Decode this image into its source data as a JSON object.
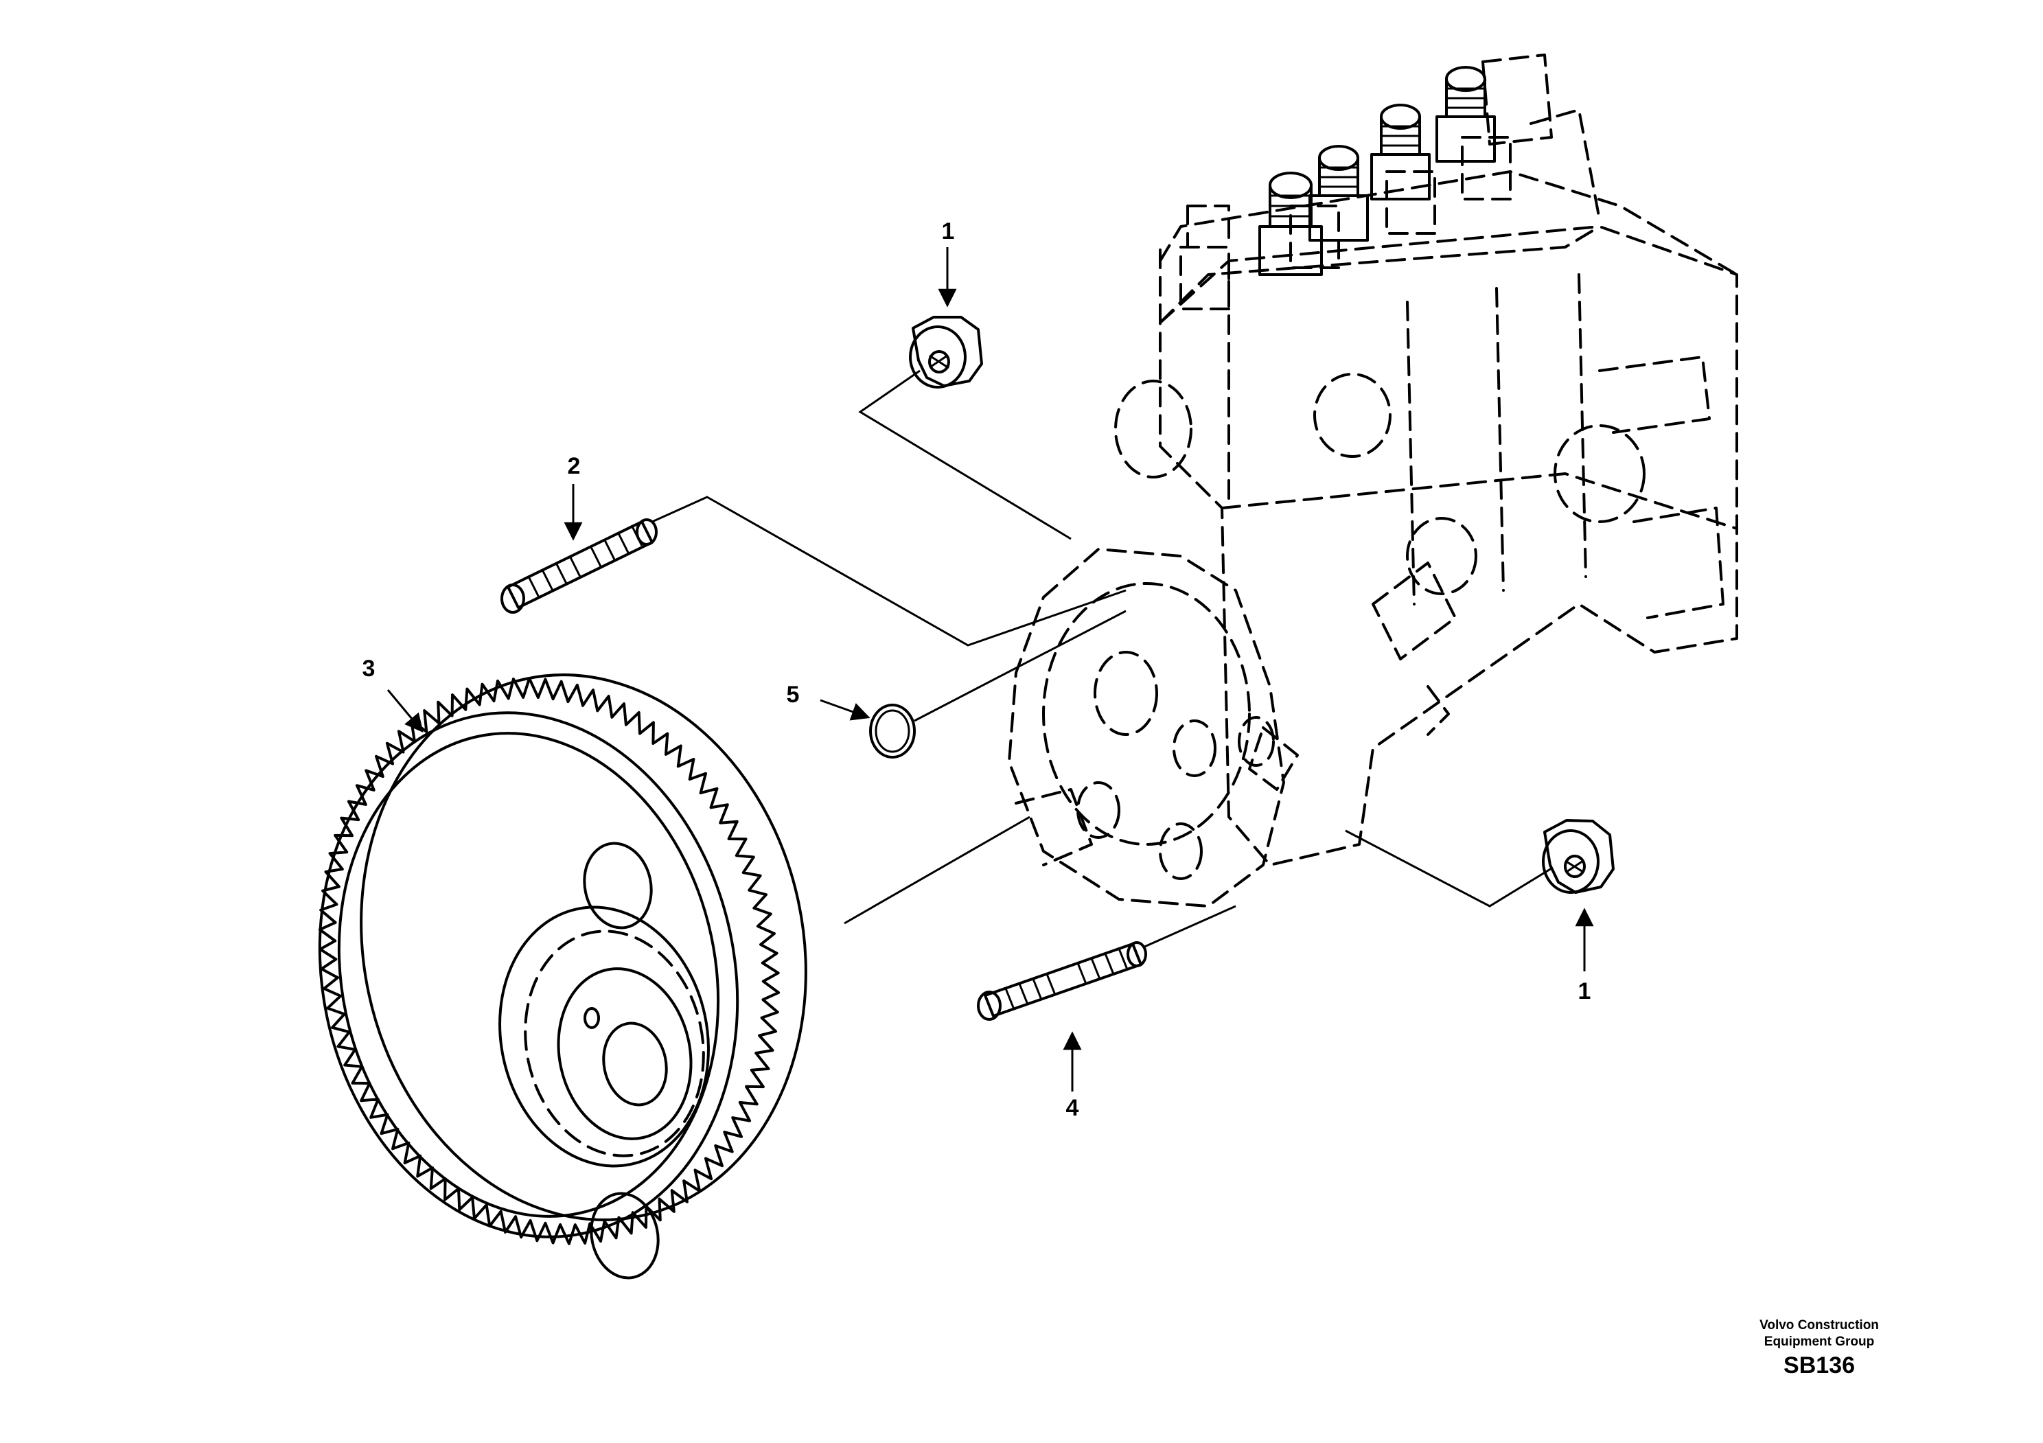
{
  "callouts": {
    "nut_top": "1",
    "stud_upper": "2",
    "gear": "3",
    "stud_lower": "4",
    "o_ring": "5",
    "nut_bottom": "1"
  },
  "footer": {
    "brand_line1": "Volvo Construction",
    "brand_line2": "Equipment Group",
    "code": "SB136"
  },
  "colors": {
    "ink": "#000000",
    "background": "#ffffff"
  }
}
